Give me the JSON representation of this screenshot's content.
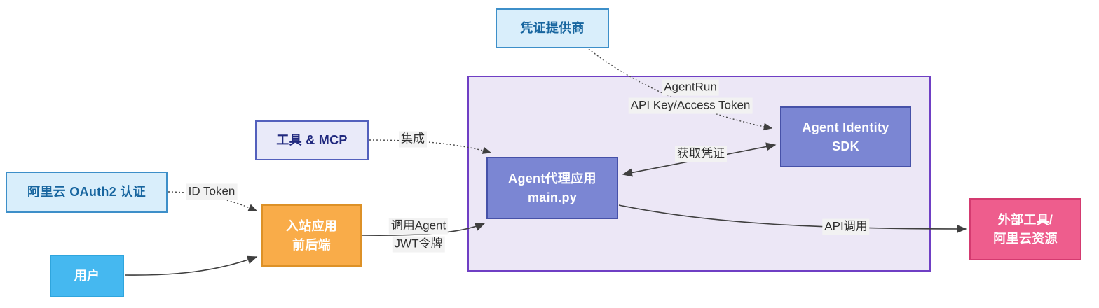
{
  "diagram": {
    "title": "Agent identity architecture diagram",
    "nodes": {
      "credential_provider": {
        "label": "凭证提供商"
      },
      "tools_mcp": {
        "label": "工具 & MCP"
      },
      "aliyun_oauth2": {
        "label": "阿里云 OAuth2 认证"
      },
      "inbound_app": {
        "line1": "入站应用",
        "line2": "前后端"
      },
      "user": {
        "label": "用户"
      },
      "agent_proxy": {
        "line1": "Agent代理应用",
        "line2": "main.py"
      },
      "agent_identity_sdk": {
        "line1": "Agent Identity",
        "line2": "SDK"
      },
      "external_tools": {
        "line1": "外部工具/",
        "line2": "阿里云资源"
      }
    },
    "edges": {
      "agentrun_token": {
        "line1": "AgentRun",
        "line2": "API Key/Access Token"
      },
      "integration": {
        "label": "集成"
      },
      "id_token": {
        "label": "ID Token"
      },
      "call_agent": {
        "line1": "调用Agent",
        "line2": "JWT令牌"
      },
      "get_credential": {
        "label": "获取凭证"
      },
      "api_call": {
        "label": "API调用"
      }
    },
    "colors": {
      "light_blue_box": "#d9eefb",
      "light_blue_border": "#3d8fc9",
      "light_blue_text": "#17659f",
      "lavender_box": "#e9eaf9",
      "lavender_border": "#5360bd",
      "periwinkle_box": "#7b86d3",
      "periwinkle_border": "#4651a8",
      "orange_box": "#f9ac49",
      "cyan_box": "#45b8f0",
      "pink_box": "#ee5d8d",
      "container_fill": "#ece7f6",
      "container_border": "#6f3fc4",
      "arrow": "#3f3f3f",
      "edge_label_bg": "#f2f2f2"
    }
  }
}
